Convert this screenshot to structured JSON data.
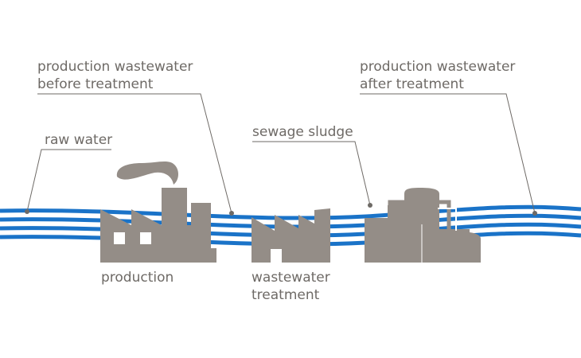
{
  "labels": {
    "raw_water": "raw water",
    "prod_before_line1": "production wastewater",
    "prod_before_line2": "before treatment",
    "sewage_sludge": "sewage sludge",
    "prod_after_line1": "production wastewater",
    "prod_after_line2": "after treatment",
    "production": "production",
    "wastewater_line1": "wastewater",
    "wastewater_line2": "treatment"
  },
  "colors": {
    "water": "#1a73c8",
    "building": "#948d87",
    "line": "#6e6a66",
    "text": "#6e6a66"
  }
}
